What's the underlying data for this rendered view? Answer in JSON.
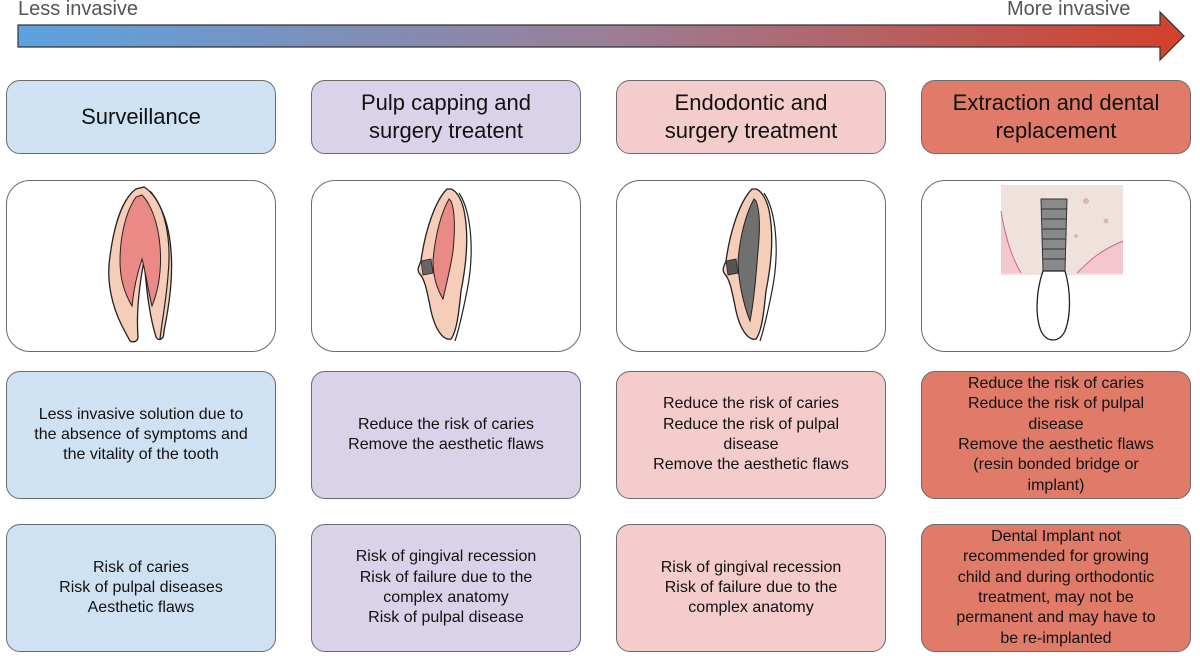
{
  "scale": {
    "left_label": "Less invasive",
    "right_label": "More invasive",
    "gradient_start": "#5b9bd5",
    "gradient_end": "#d64227"
  },
  "colors": {
    "surveillance": "#cfe2f3",
    "pulp_capping": "#d9d2e9",
    "endodontic": "#f4cccc",
    "extraction": "#e07b69"
  },
  "columns": [
    {
      "title_lines": [
        "Surveillance"
      ],
      "image_icon": "healthy-tooth-icon",
      "benefits": [
        "Less invasive solution due to",
        "the absence of symptoms and",
        "the vitality of the tooth"
      ],
      "risks": [
        "Risk of caries",
        "Risk of pulpal diseases",
        "Aesthetic flaws"
      ]
    },
    {
      "title_lines": [
        "Pulp capping and",
        "surgery treatent"
      ],
      "image_icon": "pulp-capped-tooth-icon",
      "benefits": [
        "Reduce the risk of caries",
        "Remove the aesthetic flaws"
      ],
      "risks": [
        "Risk of gingival recession",
        "Risk of failure due to the",
        "complex anatomy",
        "Risk of pulpal disease"
      ]
    },
    {
      "title_lines": [
        "Endodontic and",
        "surgery treatment"
      ],
      "image_icon": "root-canal-tooth-icon",
      "benefits": [
        "Reduce the risk of caries",
        "Reduce the risk of pulpal",
        "disease",
        "Remove the aesthetic flaws"
      ],
      "risks": [
        "Risk of gingival recession",
        "Risk of failure due to the",
        "complex anatomy"
      ]
    },
    {
      "title_lines": [
        "Extraction and dental",
        "replacement"
      ],
      "image_icon": "dental-implant-icon",
      "benefits": [
        "Reduce the risk of caries",
        "Reduce the risk of pulpal",
        "disease",
        "Remove the aesthetic flaws",
        "(resin bonded bridge or",
        "implant)"
      ],
      "risks": [
        "Dental Implant not",
        "recommended for growing",
        "child and during orthodontic",
        "treatment, may not be",
        "permanent and may have to",
        "be re-implanted"
      ]
    }
  ]
}
